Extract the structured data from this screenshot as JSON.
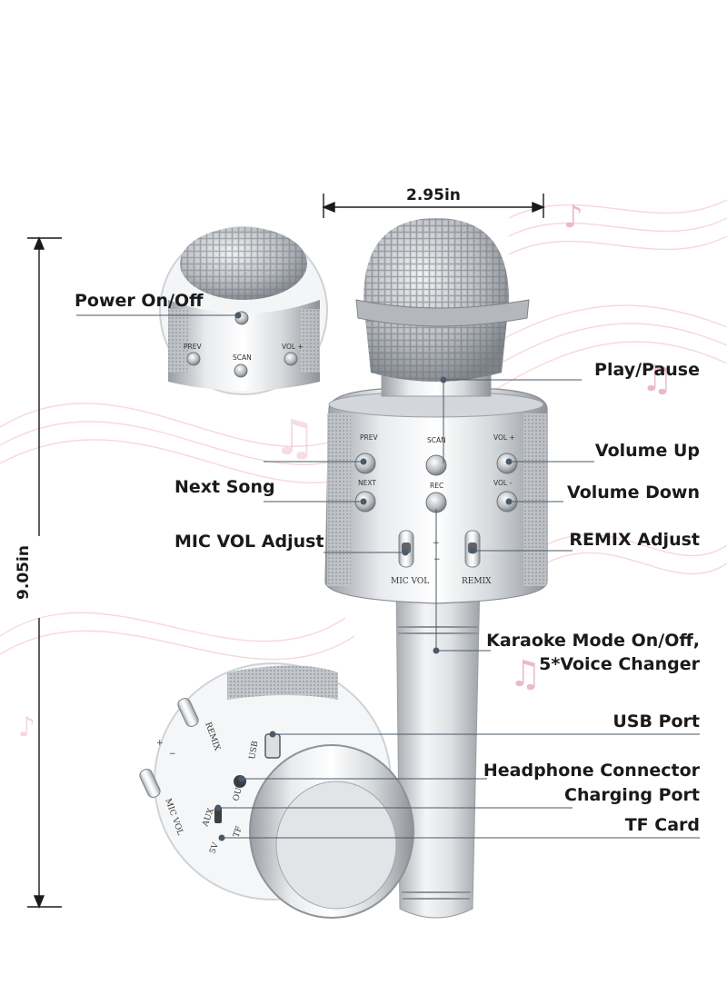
{
  "dimensions": {
    "width": "2.95in",
    "height": "9.05in"
  },
  "labels": {
    "power": "Power On/Off",
    "play_pause": "Play/Pause",
    "volume_up": "Volume Up",
    "next_song": "Next Song",
    "volume_down": "Volume Down",
    "mic_vol_adjust": "MIC VOL Adjust",
    "remix_adjust": "REMIX Adjust",
    "karaoke_1": "Karaoke Mode On/Off,",
    "karaoke_2": "5*Voice Changer",
    "usb_port": "USB Port",
    "headphone": "Headphone Connector",
    "charging": "Charging Port",
    "tf_card": "TF Card"
  },
  "device_markings": {
    "prev": "PREV",
    "scan": "SCAN",
    "vol_plus": "VOL +",
    "next": "NEXT",
    "rec": "REC",
    "vol_minus": "VOL -",
    "plus": "+",
    "minus": "−",
    "mic_vol": "MIC VOL",
    "remix": "REMIX",
    "usb": "USB",
    "out": "OUT",
    "aux": "AUX",
    "tf": "TF",
    "five_v": "5V"
  },
  "colors": {
    "silver": "#c9ccd0",
    "accent_pink": "#e8a3b4",
    "callout_line": "#4a5a6a"
  }
}
